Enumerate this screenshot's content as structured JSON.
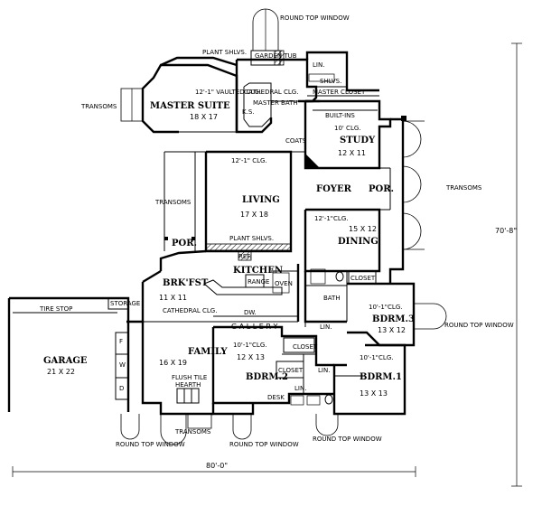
{
  "labels": {
    "round_top_window_top": "ROUND TOP WINDOW",
    "plant_shelves_top": "PLANT SHLVS.",
    "garden_tub": "GARDEN TUB",
    "linen_top": "LIN.",
    "shelves_top": "SHLVS.",
    "master_closet": "MASTER CLOSET",
    "cathedral_clg_bath": "CATHEDRAL CLG.",
    "master_bath": "MASTER BATH",
    "ks": "K.S.",
    "transoms_left": "TRANSOMS",
    "master_suite": "MASTER SUITE",
    "master_suite_clg": "12'-1\" VAULTED CLG.",
    "master_suite_dim": "18 X 17",
    "built_ins": "BUILT-INS",
    "study_clg": "10' CLG.",
    "study": "STUDY",
    "study_dim": "12 X 11",
    "coats": "COATS",
    "living_clg": "12'-1\" CLG.",
    "living": "LIVING",
    "living_dim": "17 X 18",
    "transoms_mid": "TRANSOMS",
    "foyer": "FOYER",
    "por_front": "POR.",
    "transoms_right": "TRANSOMS",
    "dining_clg": "12'-1\"CLG.",
    "dining_dim": "15 X 12",
    "dining": "DINING",
    "dim_right": "70'-8\"",
    "por_side": "POR.",
    "plant_shelves_mid": "PLANT SHLVS.",
    "ref": "REF.",
    "kitchen": "KITCHEN",
    "range": "RANGE",
    "oven": "OVEN",
    "dw": "DW.",
    "brkfst": "BRK'FST",
    "brkfst_dim": "11 X 11",
    "storage": "STORAGE",
    "tire_stop": "TIRE STOP",
    "cathedral_clg_family": "CATHEDRAL CLG.",
    "bath": "BATH",
    "closet_bath": "CLOSET",
    "bdrm3_clg": "10'-1\"CLG.",
    "bdrm3": "BDRM.3",
    "bdrm3_dim": "13 X 12",
    "round_top_window_right": "ROUND TOP WINDOW",
    "linen_gallery": "LIN.",
    "gallery": "G A L L E R Y",
    "garage": "GARAGE",
    "garage_dim": "21 X 22",
    "family": "FAMILY",
    "family_dim": "16 X 19",
    "bdrm2_clg": "10'-1\"CLG.",
    "bdrm2_dim": "12 X 13",
    "closet_a": "CLOSET",
    "closet_b": "CLOSET",
    "linen_bed": "LIN.",
    "bdrm1_clg": "10'-1\"CLG.",
    "bdrm2": "BDRM.2",
    "bdrm1": "BDRM.1",
    "bdrm1_dim": "13 X 13",
    "flush_tile": "FLUSH TILE",
    "hearth": "HEARTH",
    "desk": "DESK",
    "linen_desk": "LIN.",
    "f": "F",
    "w": "W",
    "d": "D",
    "round_top_window_bl": "ROUND TOP WINDOW",
    "transoms_bottom": "TRANSOMS",
    "round_top_window_bm": "ROUND TOP WINDOW",
    "round_top_window_br": "ROUND TOP WINDOW",
    "dim_bottom": "80'-0\""
  }
}
